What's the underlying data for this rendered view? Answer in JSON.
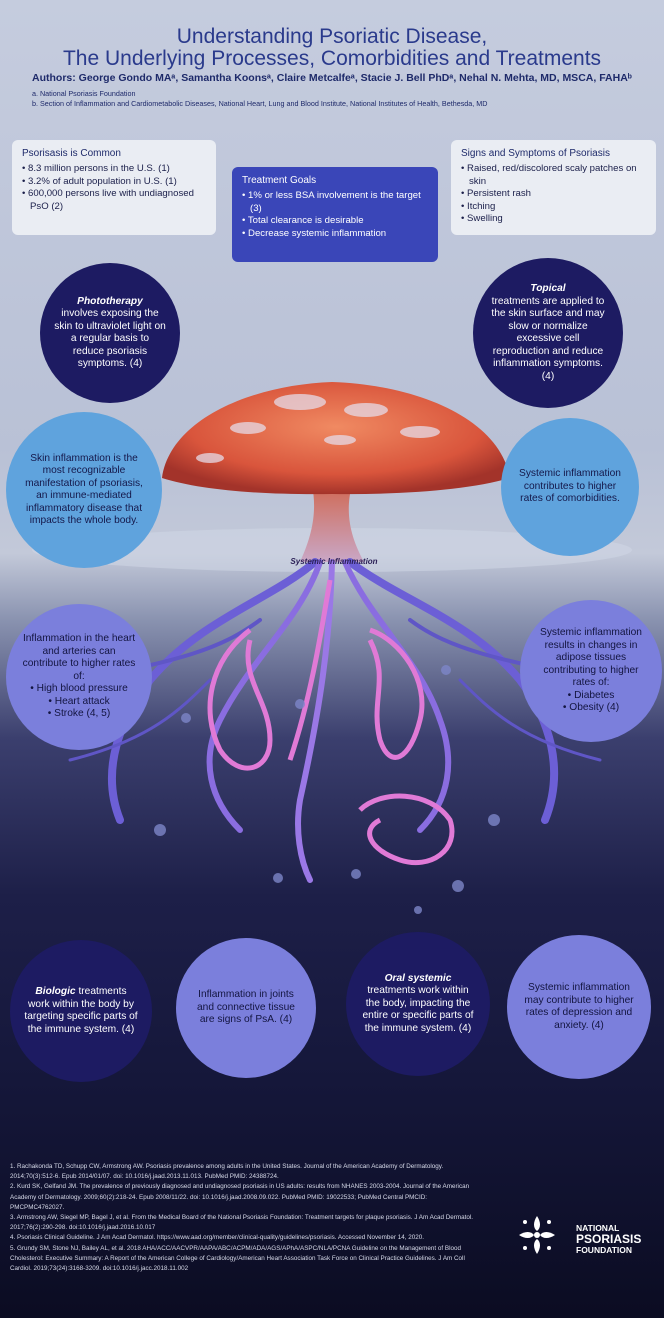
{
  "header": {
    "title_line1": "Understanding Psoriatic Disease,",
    "title_line2": "The Underlying Processes, Comorbidities and Treatments",
    "authors": "Authors: George Gondo MAᵃ, Samantha Koonsᵃ, Claire Metcalfeᵃ, Stacie J. Bell PhDᵃ, Nehal N. Mehta, MD, MSCA, FAHAᵇ",
    "affiliation_a": "a. National Psoriasis Foundation",
    "affiliation_b": "b. Section of Inflammation and Cardiometabolic Diseases, National Heart, Lung and Blood Institute, National Institutes of Health, Bethesda, MD"
  },
  "common_card": {
    "title": "Psorisasis is Common",
    "items": [
      "8.3 million persons in the U.S. (1)",
      "3.2% of adult population in U.S. (1)",
      "600,000 persons live with undiagnosed PsO (2)"
    ]
  },
  "goals_card": {
    "title": "Treatment Goals",
    "items": [
      "1% or less BSA involvement is the target (3)",
      "Total clearance is desirable",
      "Decrease systemic inflammation"
    ]
  },
  "signs_card": {
    "title": "Signs and Symptoms of Psoriasis",
    "items": [
      "Raised, red/discolored scaly patches on skin",
      "Persistent rash",
      "Itching",
      "Swelling"
    ]
  },
  "circles": {
    "phototherapy": {
      "term": "Phototherapy",
      "text": "involves exposing the skin to ultraviolet light on a regular basis to reduce psoriasis symptoms. (4)"
    },
    "topical": {
      "term": "Topical",
      "text": "treatments are applied to the skin surface and may slow or normalize excessive cell reproduction and reduce inflammation symptoms. (4)"
    },
    "skin": {
      "text": "Skin inflammation is the most recognizable manifestation of psoriasis, an immune-mediated inflammatory disease that impacts the whole body."
    },
    "systemic": {
      "text": "Systemic inflammation contributes to higher rates of comorbidities."
    },
    "heart": {
      "text": "Inflammation in the heart and arteries can contribute to higher rates of:",
      "items": [
        "High blood pressure",
        "Heart attack",
        "Stroke (4, 5)"
      ]
    },
    "adipose": {
      "text": "Systemic inflammation results in changes in adipose tissues contributing to higher rates of:",
      "items": [
        "Diabetes",
        "Obesity (4)"
      ]
    },
    "biologic": {
      "term": "Biologic",
      "text": "treatments work within the body by targeting specific parts of the immune system. (4)"
    },
    "joints": {
      "text": "Inflammation in joints and connective tissue are signs of PsA. (4)"
    },
    "oral": {
      "term": "Oral systemic",
      "text": "treatments work within the body, impacting the entire or specific parts of the immune system. (4)"
    },
    "depression": {
      "text": "Systemic inflammation may contribute to higher rates of depression and anxiety. (4)"
    }
  },
  "tree_label": "Systemic Inflammation",
  "references": [
    "1. Rachakonda TD, Schupp CW, Armstrong AW. Psoriasis prevalence among adults in the United States. Journal of the American Academy of Dermatology. 2014;70(3):512-6. Epub 2014/01/07. doi: 10.1016/j.jaad.2013.11.013. PubMed PMID: 24388724.",
    "2. Kurd SK, Gelfand JM. The prevalence of previously diagnosed and undiagnosed psoriasis in US adults: results from NHANES 2003-2004. Journal of the American Academy of Dermatology. 2009;60(2):218-24. Epub 2008/11/22. doi: 10.1016/j.jaad.2008.09.022. PubMed PMID: 19022533; PubMed Central PMCID: PMCPMC4762027.",
    "3. Armstrong AW, Siegel MP, Bagel J, et al. From the Medical Board of the National Psoriasis Foundation: Treatment targets for plaque psoriasis. J Am Acad Dermatol. 2017;76(2):290-298. doi:10.1016/j.jaad.2016.10.017",
    "4. Psoriasis Clinical Guideline. J Am Acad Dermatol. https://www.aad.org/member/clinical-quality/guidelines/psoriasis. Accessed November 14, 2020.",
    "5. Grundy SM, Stone NJ, Bailey AL, et al. 2018 AHA/ACC/AACVPR/AAPA/ABC/ACPM/ADA/AGS/APhA/ASPC/NLA/PCNA Guideline on the Management of Blood Cholesterol: Executive Summary: A Report of the American College of Cardiology/American Heart Association Task Force on Clinical Practice Guidelines. J Am Coll Cardiol. 2019;73(24):3168-3209. doi:10.1016/j.jacc.2018.11.002"
  ],
  "logo": {
    "line1": "NATIONAL",
    "line2": "PSORIASIS",
    "line3": "FOUNDATION",
    "icon": "npf-logo-icon"
  },
  "colors": {
    "title": "#2a3a8c",
    "goals_bg": "#3a46b8",
    "dark_circle": "#1d1b62",
    "light_blue_circle": "#5fa3dd",
    "lavender_circle": "#7b7fdc"
  }
}
